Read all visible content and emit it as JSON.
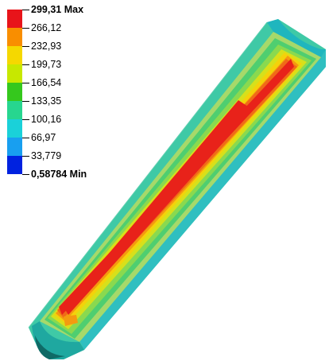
{
  "legend": {
    "max_label": "299,31 Max",
    "min_label": "0,58784 Min",
    "intermediate_labels": [
      "266,12",
      "232,93",
      "199,73",
      "166,54",
      "133,35",
      "100,16",
      "66,97",
      "33,779"
    ],
    "band_colors": [
      "#e8141a",
      "#f98e00",
      "#f5d800",
      "#c7e800",
      "#35c81d",
      "#27d68f",
      "#1ad1d9",
      "#189ff0",
      "#0022e0"
    ]
  },
  "beam_colors": {
    "outer_face": "#3fc9a6",
    "outer_band": "#a6d96a",
    "end_face": "#1fb6be",
    "side_face": "#2fbfc0",
    "bands": [
      "#4fce70",
      "#8ad94f",
      "#d7e01b",
      "#f4d20a",
      "#f49a10",
      "#f06a18",
      "#e8221a"
    ]
  }
}
